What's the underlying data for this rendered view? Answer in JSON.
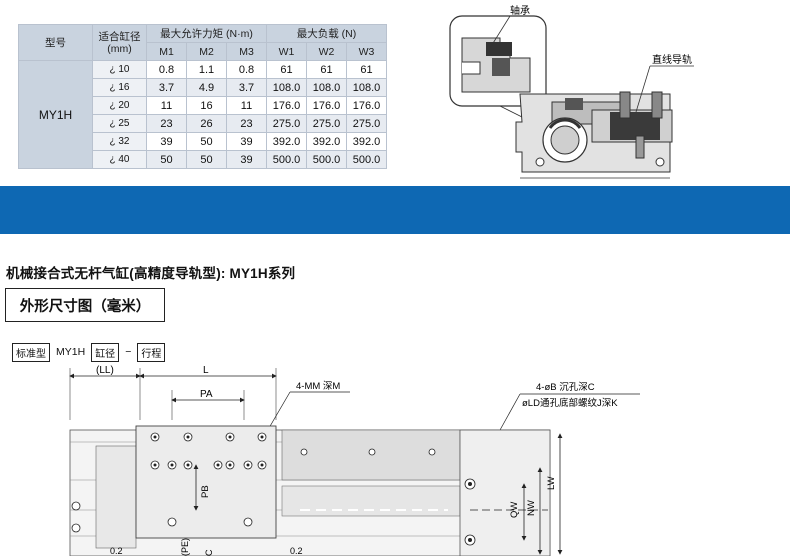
{
  "spec_table": {
    "headers": {
      "model": "型号",
      "bore": "适合缸径\n(mm)",
      "moment": "最大允许力矩 (N·m)",
      "load": "最大负载 (N)"
    },
    "sub_headers": [
      "M1",
      "M2",
      "M3",
      "W1",
      "W2",
      "W3"
    ],
    "model": "MY1H",
    "rows": [
      {
        "bore": "¿ 10",
        "vals": [
          "0.8",
          "1.1",
          "0.8",
          "61",
          "61",
          "61"
        ]
      },
      {
        "bore": "¿ 16",
        "vals": [
          "3.7",
          "4.9",
          "3.7",
          "108.0",
          "108.0",
          "108.0"
        ]
      },
      {
        "bore": "¿ 20",
        "vals": [
          "11",
          "16",
          "11",
          "176.0",
          "176.0",
          "176.0"
        ]
      },
      {
        "bore": "¿ 25",
        "vals": [
          "23",
          "26",
          "23",
          "275.0",
          "275.0",
          "275.0"
        ]
      },
      {
        "bore": "¿ 32",
        "vals": [
          "39",
          "50",
          "39",
          "392.0",
          "392.0",
          "392.0"
        ]
      },
      {
        "bore": "¿ 40",
        "vals": [
          "50",
          "50",
          "39",
          "500.0",
          "500.0",
          "500.0"
        ]
      }
    ]
  },
  "cross_section": {
    "label_bearing": "轴承",
    "label_rail": "直线导轨"
  },
  "colors": {
    "bar": "#0e68b3",
    "table_header": "#c9d3df"
  },
  "section_title": "机械接合式无杆气缸(高精度导轨型): MY1H系列",
  "dim_box_label": "外形尺寸图（毫米）",
  "type_line": {
    "standard": "标准型",
    "model": "MY1H",
    "bore": "缸径",
    "dash": "−",
    "stroke": "行程"
  },
  "drawing": {
    "ll": "(LL)",
    "l": "L",
    "pa": "PA",
    "mm": "4-MM 深M",
    "b": "4-øB 沉孔深C",
    "ld": "øLD通孔底部螺纹J深K",
    "pb": "PB",
    "qw": "QW",
    "nw": "NW",
    "lw": "LW",
    "d1": "0.2",
    "d2": "0.2",
    "pe": "(PE)",
    "c": "C"
  }
}
